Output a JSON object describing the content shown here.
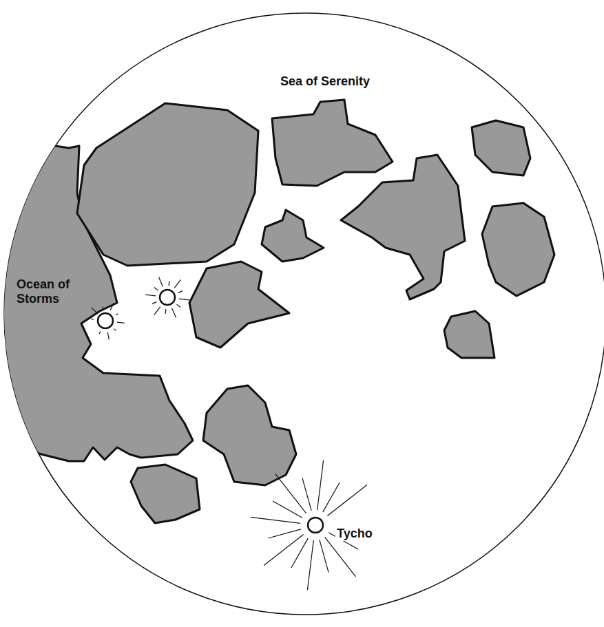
{
  "diagram": {
    "labels": [
      "Sea of Serenity",
      "Ocean of Storms",
      "Tycho"
    ]
  }
}
